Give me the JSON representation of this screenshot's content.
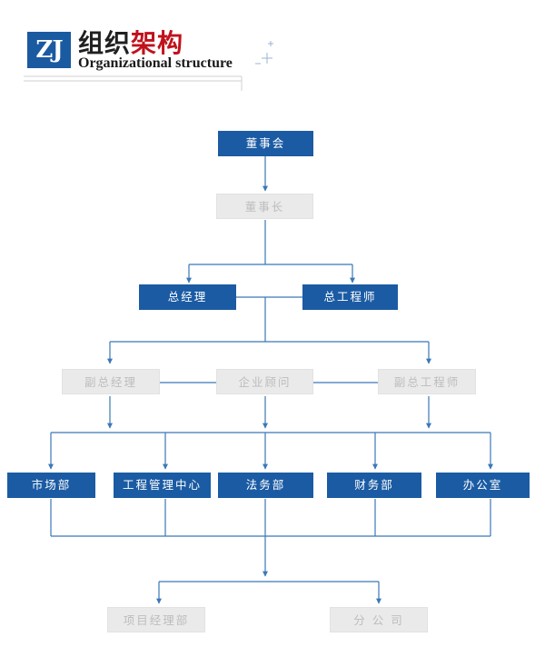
{
  "header": {
    "logo_text": "ZJ",
    "title_part1": "组织",
    "title_part2": "架构",
    "subtitle": "Organizational structure"
  },
  "colors": {
    "blue": "#1b5ba3",
    "gray": "#eaeaea",
    "accent_red": "#c0121c",
    "line": "#3a78b8"
  },
  "nodes": {
    "board": "董事会",
    "chairman": "董事长",
    "gm": "总经理",
    "chief_engineer": "总工程师",
    "deputy_gm": "副总经理",
    "consultant": "企业顾问",
    "deputy_chief_engineer": "副总工程师",
    "market": "市场部",
    "engineering_center": "工程管理中心",
    "legal": "法务部",
    "finance": "财务部",
    "office": "办公室",
    "project_dept": "项目经理部",
    "branch": "分 公 司"
  }
}
